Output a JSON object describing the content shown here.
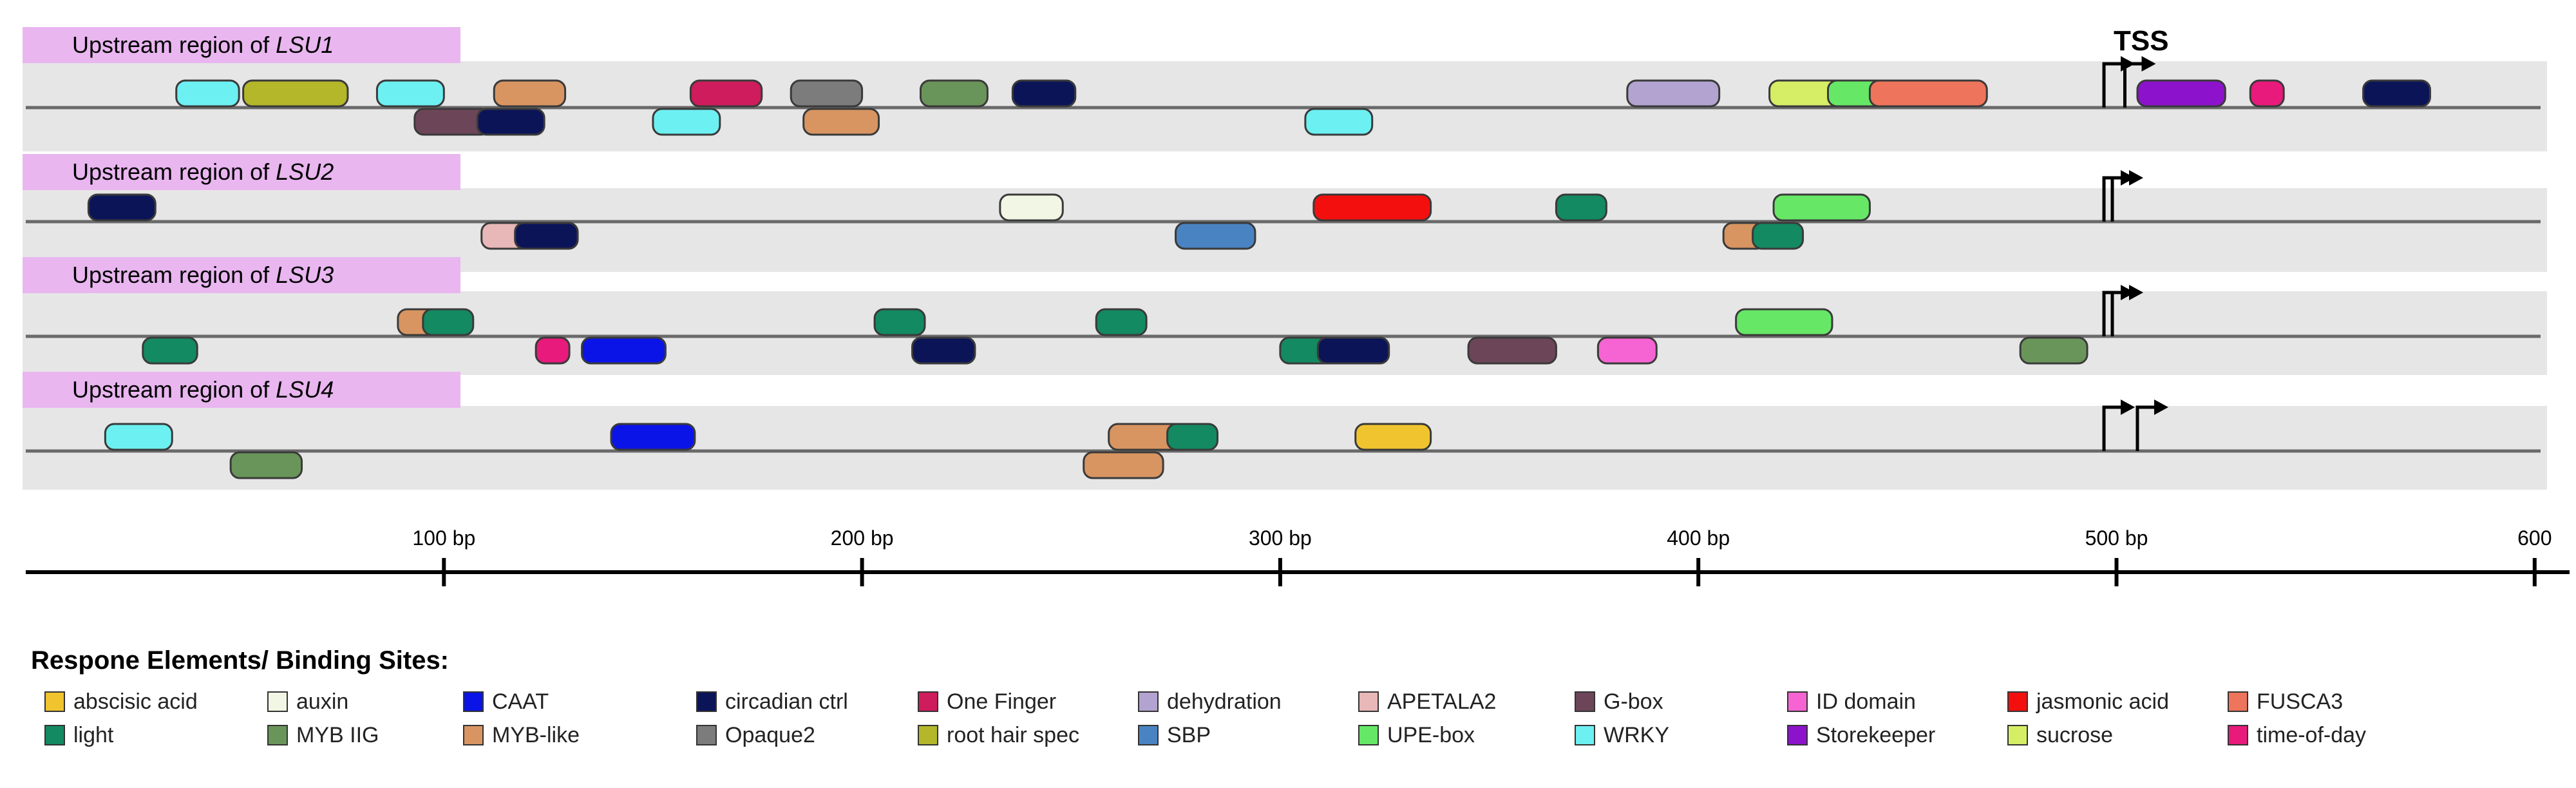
{
  "tss_label": "TSS",
  "regions": [
    {
      "label_prefix": "Upstream region of ",
      "label_gene": "LSU1",
      "tss_arrows": [
        497,
        502
      ],
      "elements": [
        {
          "type": "WRKY",
          "start": 36,
          "end": 51,
          "lane": "up"
        },
        {
          "type": "root hair spec",
          "start": 52,
          "end": 77,
          "lane": "up"
        },
        {
          "type": "WRKY",
          "start": 84,
          "end": 100,
          "lane": "up"
        },
        {
          "type": "MYB-like",
          "start": 112,
          "end": 129,
          "lane": "up"
        },
        {
          "type": "One Finger",
          "start": 159,
          "end": 176,
          "lane": "up"
        },
        {
          "type": "Opaque2",
          "start": 183,
          "end": 200,
          "lane": "up"
        },
        {
          "type": "MYB IIG",
          "start": 214,
          "end": 230,
          "lane": "up"
        },
        {
          "type": "circadian ctrl",
          "start": 236,
          "end": 251,
          "lane": "up"
        },
        {
          "type": "dehydration",
          "start": 383,
          "end": 405,
          "lane": "up"
        },
        {
          "type": "sucrose",
          "start": 417,
          "end": 438,
          "lane": "up"
        },
        {
          "type": "UPE-box",
          "start": 431,
          "end": 448,
          "lane": "up"
        },
        {
          "type": "FUSCA3",
          "start": 441,
          "end": 469,
          "lane": "up"
        },
        {
          "type": "Storekeeper",
          "start": 505,
          "end": 526,
          "lane": "up"
        },
        {
          "type": "time-of-day",
          "start": 532,
          "end": 540,
          "lane": "up"
        },
        {
          "type": "circadian ctrl",
          "start": 559,
          "end": 575,
          "lane": "up"
        },
        {
          "type": "G-box",
          "start": 93,
          "end": 111,
          "lane": "down"
        },
        {
          "type": "circadian ctrl",
          "start": 108,
          "end": 124,
          "lane": "down"
        },
        {
          "type": "WRKY",
          "start": 150,
          "end": 166,
          "lane": "down"
        },
        {
          "type": "MYB-like",
          "start": 186,
          "end": 204,
          "lane": "down"
        },
        {
          "type": "WRKY",
          "start": 306,
          "end": 322,
          "lane": "down"
        }
      ]
    },
    {
      "label_prefix": "Upstream region of ",
      "label_gene": "LSU2",
      "tss_arrows": [
        497,
        499
      ],
      "elements": [
        {
          "type": "circadian ctrl",
          "start": 15,
          "end": 31,
          "lane": "up"
        },
        {
          "type": "auxin",
          "start": 233,
          "end": 248,
          "lane": "up"
        },
        {
          "type": "jasmonic acid",
          "start": 308,
          "end": 336,
          "lane": "up"
        },
        {
          "type": "light",
          "start": 366,
          "end": 378,
          "lane": "up"
        },
        {
          "type": "UPE-box",
          "start": 418,
          "end": 441,
          "lane": "up"
        },
        {
          "type": "APETALA2",
          "start": 109,
          "end": 121,
          "lane": "down"
        },
        {
          "type": "circadian ctrl",
          "start": 117,
          "end": 132,
          "lane": "down"
        },
        {
          "type": "SBP",
          "start": 275,
          "end": 294,
          "lane": "down"
        },
        {
          "type": "MYB-like",
          "start": 406,
          "end": 416,
          "lane": "down"
        },
        {
          "type": "light",
          "start": 413,
          "end": 425,
          "lane": "down"
        }
      ]
    },
    {
      "label_prefix": "Upstream region of ",
      "label_gene": "LSU3",
      "tss_arrows": [
        497,
        499
      ],
      "elements": [
        {
          "type": "MYB-like",
          "start": 89,
          "end": 99,
          "lane": "up"
        },
        {
          "type": "light",
          "start": 95,
          "end": 107,
          "lane": "up"
        },
        {
          "type": "light",
          "start": 203,
          "end": 215,
          "lane": "up"
        },
        {
          "type": "light",
          "start": 256,
          "end": 268,
          "lane": "up"
        },
        {
          "type": "UPE-box",
          "start": 409,
          "end": 432,
          "lane": "up"
        },
        {
          "type": "light",
          "start": 28,
          "end": 41,
          "lane": "down"
        },
        {
          "type": "time-of-day",
          "start": 122,
          "end": 130,
          "lane": "down"
        },
        {
          "type": "CAAT",
          "start": 133,
          "end": 153,
          "lane": "down"
        },
        {
          "type": "circadian ctrl",
          "start": 212,
          "end": 227,
          "lane": "down"
        },
        {
          "type": "light",
          "start": 300,
          "end": 313,
          "lane": "down"
        },
        {
          "type": "circadian ctrl",
          "start": 309,
          "end": 326,
          "lane": "down"
        },
        {
          "type": "G-box",
          "start": 345,
          "end": 366,
          "lane": "down"
        },
        {
          "type": "ID domain",
          "start": 376,
          "end": 390,
          "lane": "down"
        },
        {
          "type": "MYB IIG",
          "start": 477,
          "end": 493,
          "lane": "down"
        }
      ]
    },
    {
      "label_prefix": "Upstream region of ",
      "label_gene": "LSU4",
      "tss_arrows": [
        497,
        505
      ],
      "elements": [
        {
          "type": "WRKY",
          "start": 19,
          "end": 35,
          "lane": "up"
        },
        {
          "type": "CAAT",
          "start": 140,
          "end": 160,
          "lane": "up"
        },
        {
          "type": "MYB-like",
          "start": 259,
          "end": 277,
          "lane": "up"
        },
        {
          "type": "light",
          "start": 273,
          "end": 285,
          "lane": "up"
        },
        {
          "type": "abscisic acid",
          "start": 318,
          "end": 336,
          "lane": "up"
        },
        {
          "type": "MYB IIG",
          "start": 49,
          "end": 66,
          "lane": "down"
        },
        {
          "type": "MYB-like",
          "start": 253,
          "end": 272,
          "lane": "down"
        }
      ]
    }
  ],
  "axis": {
    "ticks": [
      {
        "value": 100,
        "label": "100 bp"
      },
      {
        "value": 200,
        "label": "200 bp"
      },
      {
        "value": 300,
        "label": "300 bp"
      },
      {
        "value": 400,
        "label": "400 bp"
      },
      {
        "value": 500,
        "label": "500 bp"
      },
      {
        "value": 600,
        "label": "600"
      }
    ],
    "range": [
      0,
      600
    ]
  },
  "legend": {
    "title": "Respone Elements/ Binding Sites:",
    "items": [
      {
        "label": "abscisic acid",
        "color": "#f0c42f"
      },
      {
        "label": "auxin",
        "color": "#f2f6e4"
      },
      {
        "label": "CAAT",
        "color": "#0a14e6"
      },
      {
        "label": "circadian ctrl",
        "color": "#0c1458"
      },
      {
        "label": "One Finger",
        "color": "#cf1c5d"
      },
      {
        "label": "dehydration",
        "color": "#b3a3d0"
      },
      {
        "label": "APETALA2",
        "color": "#e8b7b7"
      },
      {
        "label": "G-box",
        "color": "#6c4658"
      },
      {
        "label": "ID domain",
        "color": "#f564d2"
      },
      {
        "label": "jasmonic acid",
        "color": "#f40f0f"
      },
      {
        "label": "FUSCA3",
        "color": "#ee745b"
      },
      {
        "label": "light",
        "color": "#138a61"
      },
      {
        "label": "MYB IIG",
        "color": "#6a955a"
      },
      {
        "label": "MYB-like",
        "color": "#d89561"
      },
      {
        "label": "Opaque2",
        "color": "#7c7c7c"
      },
      {
        "label": "root hair spec",
        "color": "#b3b729"
      },
      {
        "label": "SBP",
        "color": "#4a83c1"
      },
      {
        "label": "UPE-box",
        "color": "#66e866"
      },
      {
        "label": "WRKY",
        "color": "#6df0f2"
      },
      {
        "label": "Storekeeper",
        "color": "#8d12cc"
      },
      {
        "label": "sucrose",
        "color": "#d5ee65"
      },
      {
        "label": "time-of-day",
        "color": "#e81a7b"
      }
    ]
  }
}
